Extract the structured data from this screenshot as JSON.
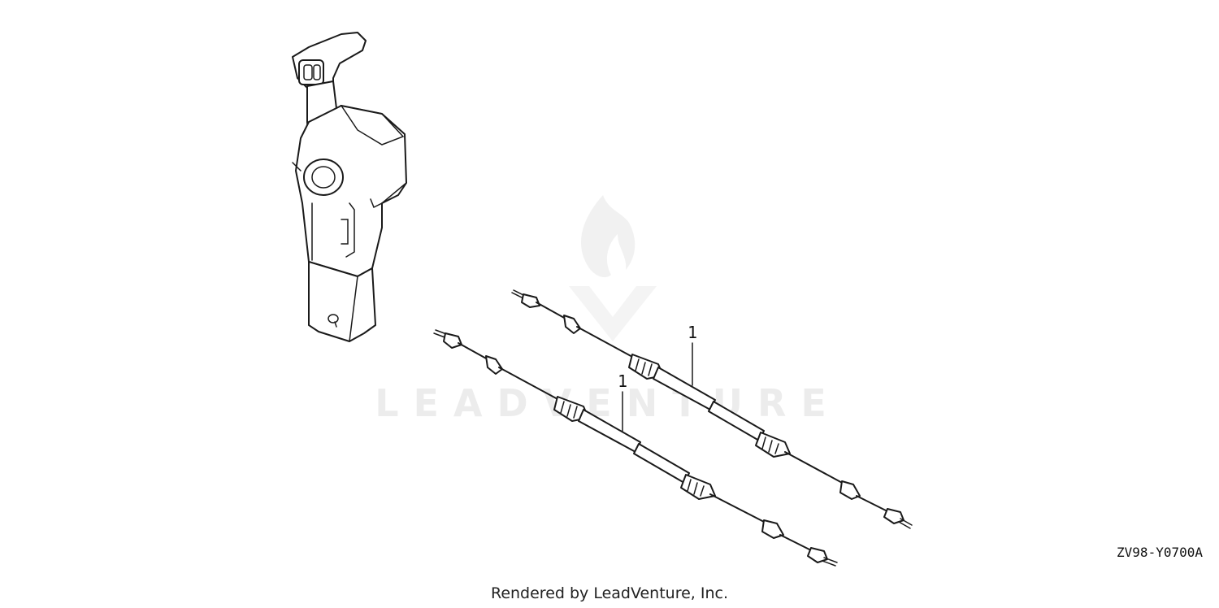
{
  "diagram": {
    "callouts": [
      {
        "id": "callout-upper",
        "label": "1"
      },
      {
        "id": "callout-lower",
        "label": "1"
      }
    ],
    "figure_code": "ZV98-Y0700A",
    "footer": "Rendered by LeadVenture, Inc.",
    "watermark": "LEADVENTURE"
  }
}
